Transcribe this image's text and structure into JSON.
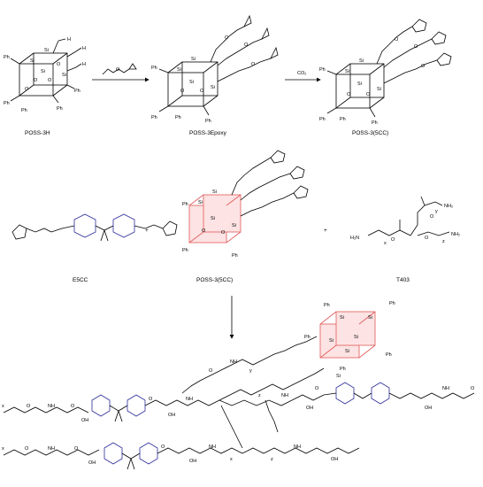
{
  "row1": {
    "poss3h": {
      "caption": "POSS-3H"
    },
    "poss3epoxy": {
      "caption": "POSS-3Epoxy"
    },
    "poss3_5cc": {
      "caption": "POSS-3(5CC)"
    },
    "arrow2_reagent": "CO₂"
  },
  "row2": {
    "e5cc": {
      "caption": "E5CC"
    },
    "poss3_5cc_mid": {
      "caption": "POSS-3(5CC)"
    },
    "t403": {
      "caption": "T403"
    },
    "plus": "+"
  },
  "atoms": {
    "ph": "Ph",
    "si": "Si",
    "o": "O",
    "h": "H",
    "nh": "NH",
    "nh2": "NH₂",
    "h2n": "H₂N",
    "oh": "OH",
    "x": "x",
    "y": "y",
    "z": "z"
  },
  "colors": {
    "bond": "#000000",
    "highlight_red": "#f5a6a6",
    "aromatic_blue": "#2d2d9a"
  }
}
